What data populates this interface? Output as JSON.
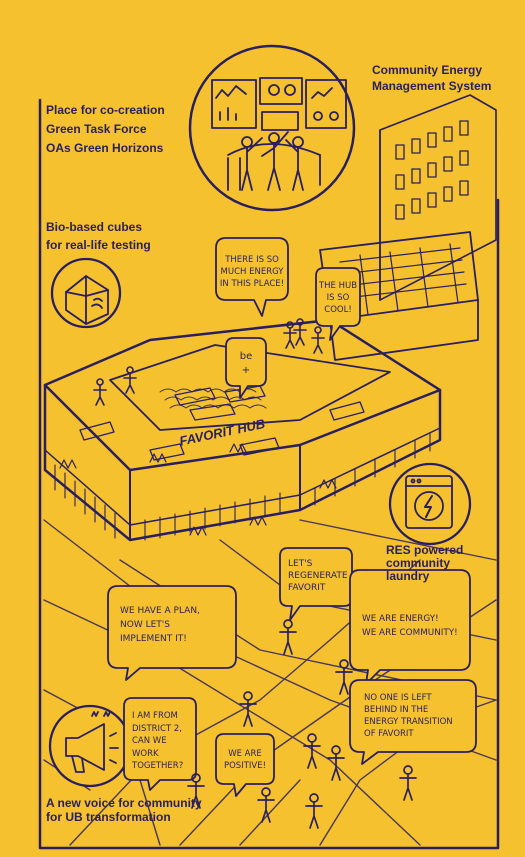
{
  "labels": {
    "cems": [
      "Community Energy",
      "Management System"
    ],
    "cocreation": [
      "Place for co-creation",
      "Green Task Force",
      "OAs Green Horizons"
    ],
    "cubes": [
      "Bio-based cubes",
      "for real-life testing"
    ],
    "laundry": [
      "RES powered",
      "community",
      "laundry"
    ],
    "voice": [
      "A new voice for community",
      "for UB transformation"
    ],
    "building": "FAVORIT HUB"
  },
  "bubbles": {
    "energy": [
      "THERE IS SO",
      "MUCH ENERGY",
      "IN THIS PLACE!"
    ],
    "cool": [
      "THE HUB",
      "IS SO",
      "COOL!"
    ],
    "be": [
      "be",
      "+"
    ],
    "regenerate": [
      "LET'S",
      "REGENERATE",
      "FAVORIT"
    ],
    "plan": [
      "WE HAVE A PLAN,",
      "NOW LET'S",
      "IMPLEMENT IT!"
    ],
    "community": [
      "WE ARE ENERGY!",
      "WE ARE COMMUNITY!"
    ],
    "transition": [
      "NO ONE IS LEFT",
      "BEHIND IN THE",
      "ENERGY TRANSITION",
      "OF FAVORIT"
    ],
    "district": [
      "I AM FROM",
      "DISTRICT 2,",
      "CAN WE",
      "WORK",
      "TOGETHER?"
    ],
    "positive": [
      "WE ARE",
      "POSITIVE!"
    ]
  },
  "colors": {
    "background": "#f5c12e",
    "ink": "#2a1f5e",
    "inkLight": "#3a2e78"
  },
  "icons": [
    "dashboard-icon",
    "cube-house-icon",
    "washing-machine-icon",
    "megaphone-icon"
  ]
}
